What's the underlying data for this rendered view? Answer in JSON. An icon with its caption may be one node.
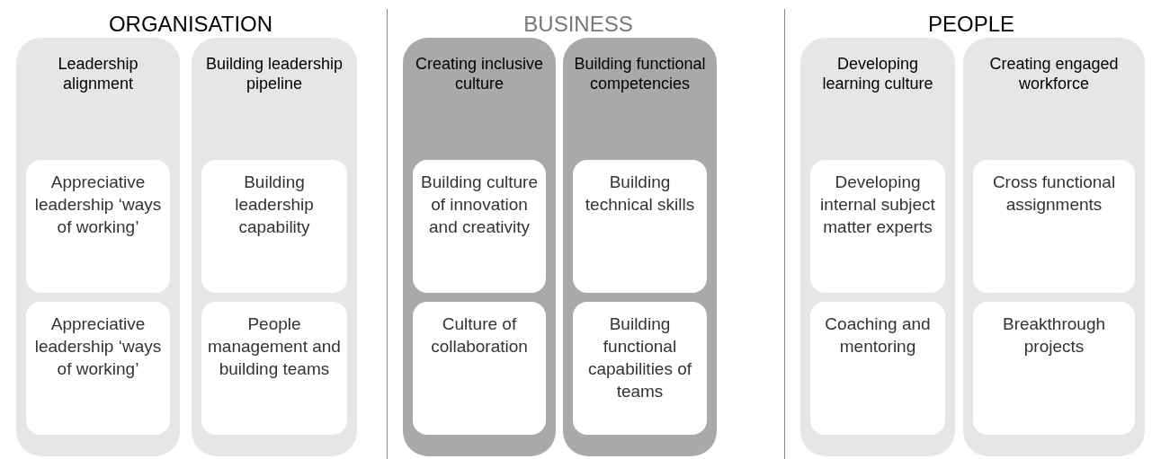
{
  "diagram": {
    "nodes": [
      {
        "text": [
          "Leadership alignment"
        ]
      },
      {
        "text": [
          "Appreciative leadership ‘ways of working’"
        ],
        "in": 0
      },
      {
        "text": [
          "Appreciative leadership ‘ways of working’"
        ],
        "in": 0
      },
      {
        "text": [
          "Building leadership pipeline"
        ]
      },
      {
        "text": [
          "Building leadership capability"
        ],
        "in": 3
      },
      {
        "text": [
          "People management and building teams"
        ],
        "in": 3
      },
      {
        "text": [
          "Creating inclusive culture"
        ]
      },
      {
        "text": [
          "Building culture of innovation and creativity"
        ],
        "in": 6
      },
      {
        "text": [
          "Culture of collaboration"
        ],
        "in": 6
      },
      {
        "text": [
          "Building functional competencies"
        ]
      },
      {
        "text": [
          "Building technical skills"
        ],
        "in": 9
      },
      {
        "text": [
          "Building functional capabilities of teams"
        ],
        "in": 9
      },
      {
        "text": [
          "Developing learning culture"
        ]
      },
      {
        "text": [
          "Developing internal subject matter experts"
        ],
        "in": 12
      },
      {
        "text": [
          "Coaching and mentoring"
        ],
        "in": 12
      },
      {
        "text": [
          "Creating engaged workforce"
        ]
      },
      {
        "text": [
          "Cross functional assignments"
        ],
        "in": 15
      },
      {
        "text": [
          "Breakthrough projects"
        ],
        "in": 15
      }
    ],
    "labels": [
      "ORGANISATION",
      "BUSINESS",
      "PEOPLE"
    ]
  }
}
